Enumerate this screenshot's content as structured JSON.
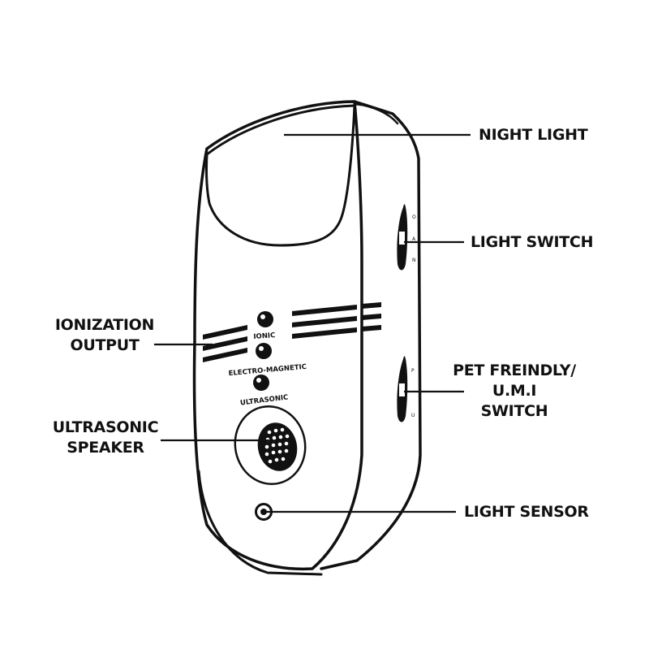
{
  "colors": {
    "ink": "#111111",
    "background": "#ffffff",
    "body": "#ffffff"
  },
  "callouts": {
    "night_light": "NIGHT LIGHT",
    "light_switch": "LIGHT SWITCH",
    "ionization_output": [
      "IONIZATION",
      "OUTPUT"
    ],
    "pet_friendly_switch": [
      "PET FREINDLY/",
      "U.M.I",
      "SWITCH"
    ],
    "ultrasonic_speaker": [
      "ULTRASONIC",
      "SPEAKER"
    ],
    "light_sensor": "LIGHT SENSOR"
  },
  "device_labels": {
    "ionic": "IONIC",
    "electro_magnetic": "ELECTRO-MAGNETIC",
    "ultrasonic": "ULTRASONIC"
  }
}
